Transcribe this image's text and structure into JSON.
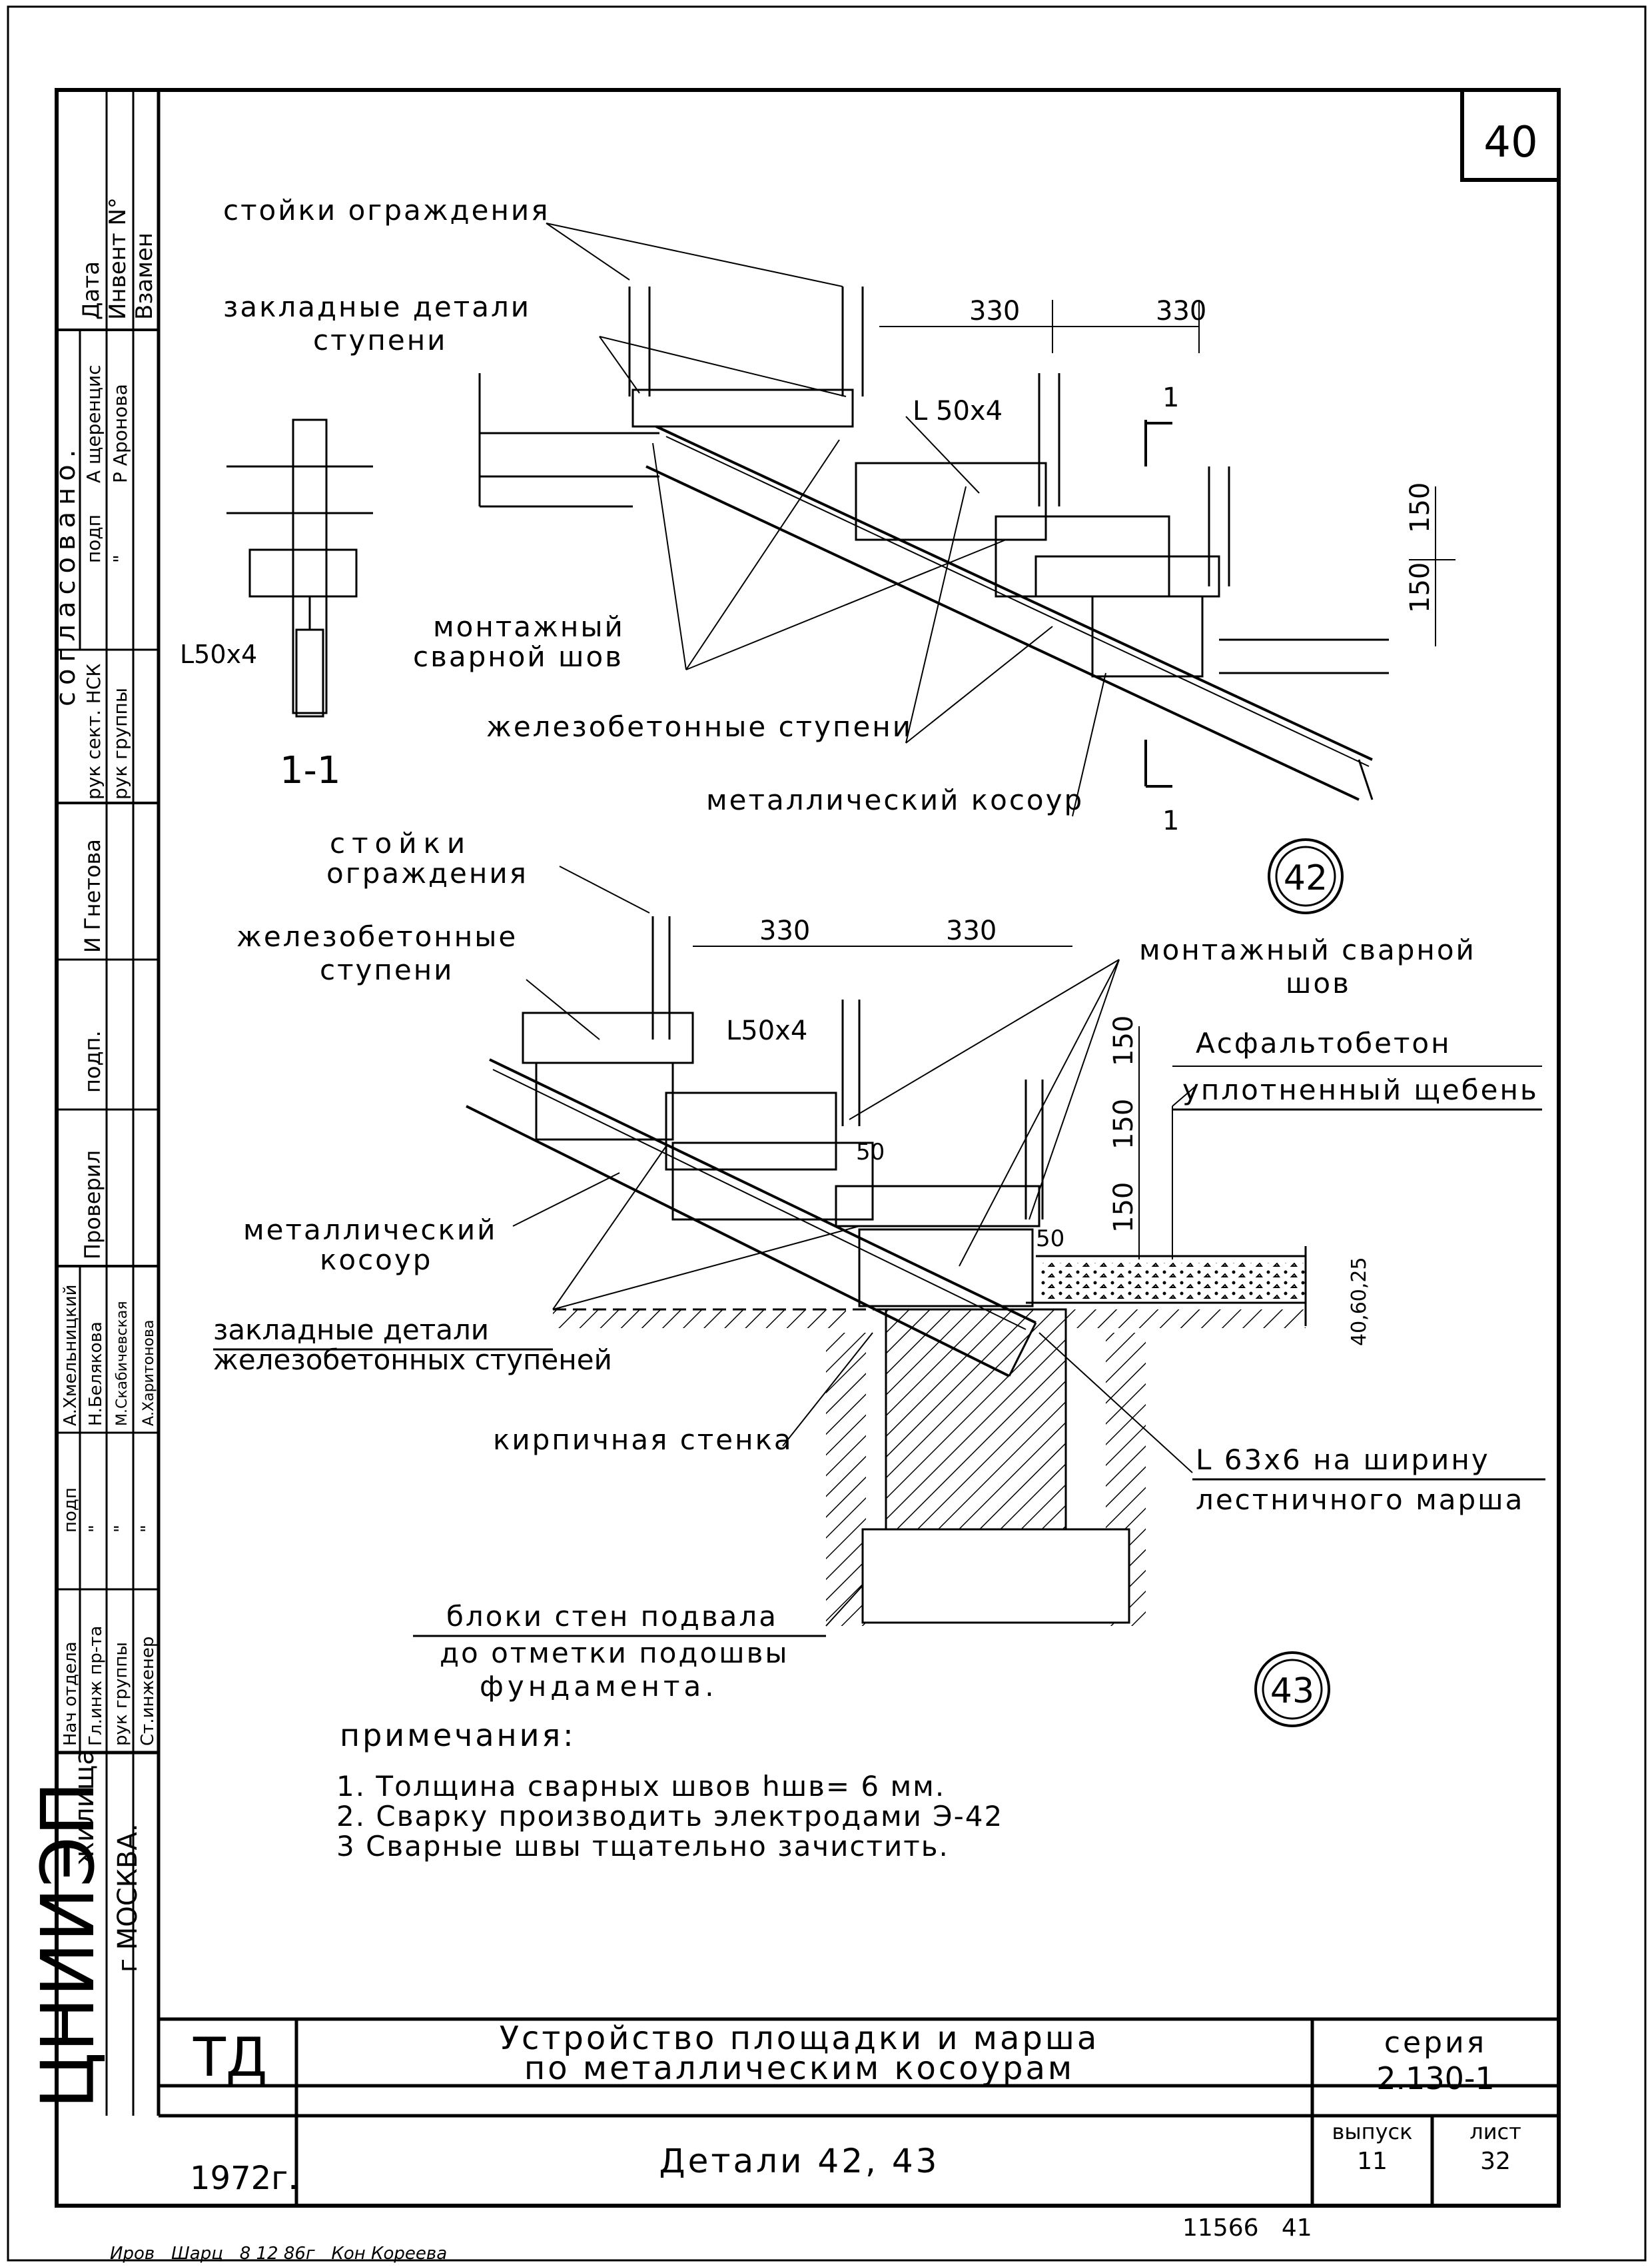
{
  "sheet_number": "40",
  "stamp": {
    "org": "ЦНИИЭП",
    "org_sub": "жилища",
    "city": "г МОСКВА.",
    "top_headers": [
      "Дата",
      "Инвент N°",
      "Взамен"
    ],
    "approval_title": "согласовано.",
    "approval_rows": [
      {
        "role": "рук сект. НСК",
        "sign": "подп",
        "name": "А щеренцис"
      },
      {
        "role": "рук группы",
        "sign": "\"",
        "name": "Р Аронова"
      }
    ],
    "checker_name": "И Гнетова",
    "checker_sign": "подп.",
    "checker_role": "Проверил",
    "authors": [
      {
        "role": "Нач отдела",
        "sign": "подп",
        "name": "А.Хмельницкий"
      },
      {
        "role": "Гл.инж пр-та",
        "sign": "\"",
        "name": "Н.Белякова"
      },
      {
        "role": "рук группы",
        "sign": "\"",
        "name": "М.Скабичевская"
      },
      {
        "role": "Ст.инженер",
        "sign": "\"",
        "name": "А.Харитонова"
      }
    ]
  },
  "detail42": {
    "label_posts": "стойки ограждения",
    "label_embedded_1": "закладные детали",
    "label_embedded_2": "ступени",
    "dim1": "330",
    "dim2": "330",
    "angle_label": "L 50х4",
    "section_mark": "1",
    "label_weld_1": "монтажный",
    "label_weld_2": "сварной шов",
    "label_steps": "железобетонные ступени",
    "label_stringer": "металлический косоур",
    "dim_h1": "150",
    "dim_h2": "150",
    "circle": "42",
    "section_angle": "L50х4",
    "section_title": "1-1"
  },
  "detail43": {
    "label_posts_1": "стойки",
    "label_posts_2": "ограждения",
    "label_steps_1": "железобетонные",
    "label_steps_2": "ступени",
    "dim1": "330",
    "dim2": "330",
    "angle_label": "L50х4",
    "label_weld_1": "монтажный сварной",
    "label_weld_2": "шов",
    "label_asphalt": "Асфальтобетон",
    "label_gravel": "уплотненный щебень",
    "dim_h1": "150",
    "dim_h2": "150",
    "dim_h3": "150",
    "dim_50a": "50",
    "dim_50b": "50",
    "dim_layers": "40,60,25",
    "label_stringer_1": "металлический",
    "label_stringer_2": "косоур",
    "label_embedded_1": "закладные детали",
    "label_embedded_2": "железобетонных ступеней",
    "label_brick": "кирпичная стенка",
    "label_l63_1": "L 63х6  на ширину",
    "label_l63_2": "лестничного марша",
    "label_blocks_1": "блоки стен подвала",
    "label_blocks_2": "до отметки подошвы",
    "label_blocks_3": "фундамента.",
    "circle": "43"
  },
  "notes": {
    "title": "примечания:",
    "items": [
      "1.  Толщина сварных швов  hшв= 6 мм.",
      "2.  Сварку производить  электродами  Э-42",
      "3  Сварные швы тщательно зачистить."
    ]
  },
  "title_block": {
    "code": "ТД",
    "year": "1972г.",
    "title_line1": "Устройство площадки и марша",
    "title_line2": "по металлическим косоурам",
    "subtitle": "Детали 42, 43",
    "series_label": "серия",
    "series_value": "2.130-1",
    "issue_label": "выпуск",
    "issue_value": "11",
    "sheet_label": "лист",
    "sheet_value": "32"
  },
  "bottom_numbers": "11566   41",
  "footer_handwriting": "Иров   Шарц   8 12 86г   Кон Кореева"
}
